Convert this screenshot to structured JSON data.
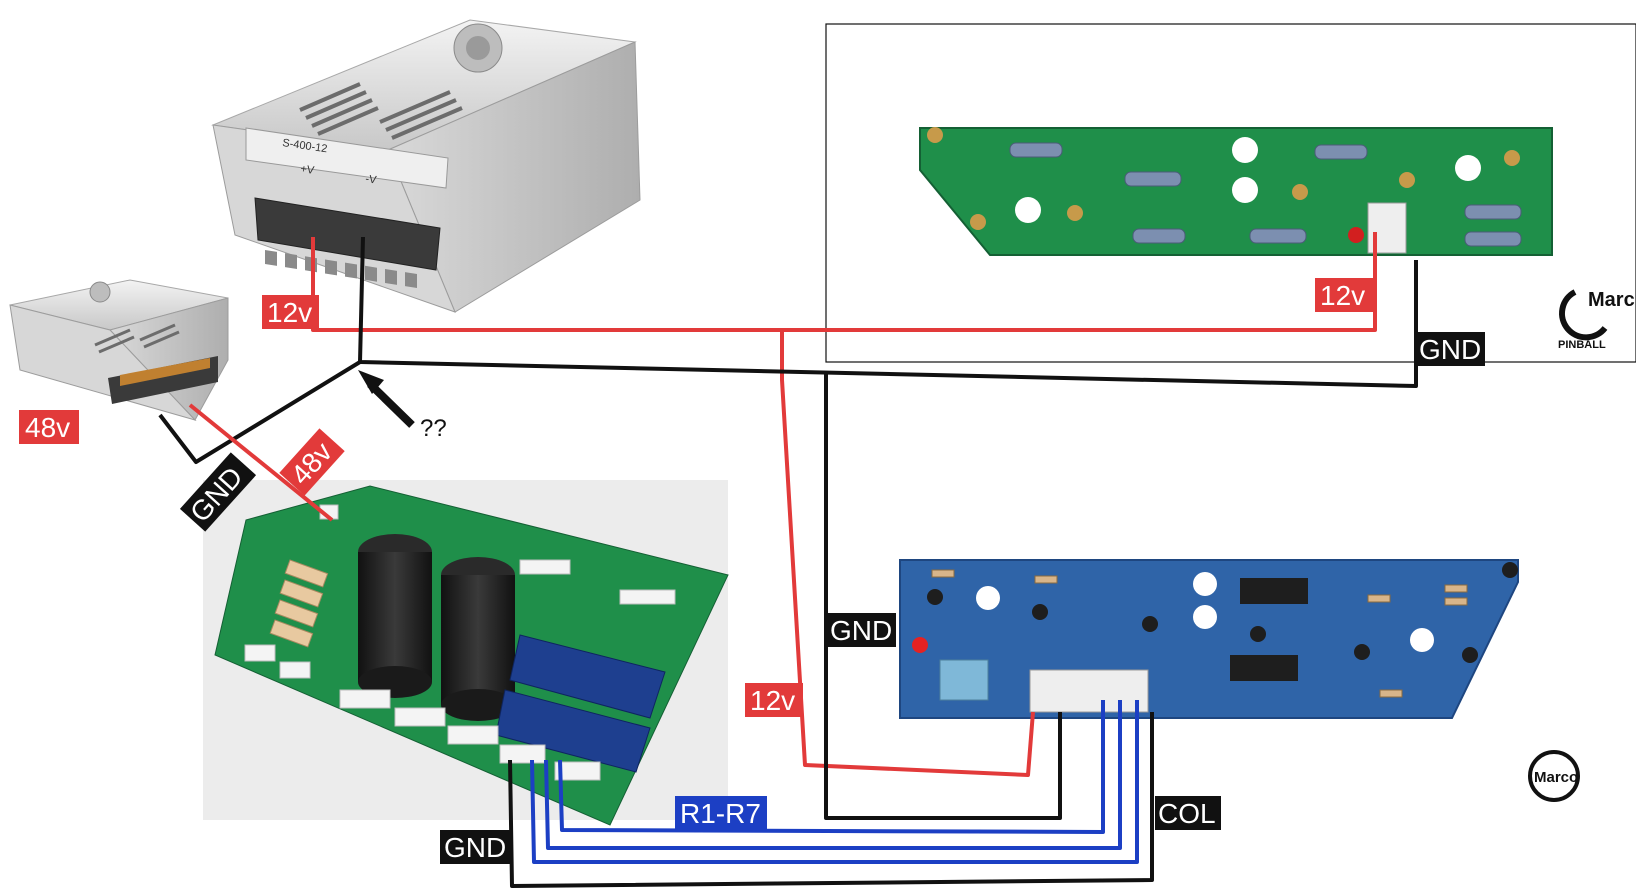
{
  "colors": {
    "wire_12v": "#e23a3a",
    "wire_48v": "#e23a3a",
    "wire_gnd": "#111111",
    "wire_rows": "#1c3fc4",
    "label_red": "#e23a3a",
    "label_black": "#111111",
    "label_blue": "#1c3fc4",
    "pcb_green": "#1f8f4a",
    "pcb_blue": "#2f64a8"
  },
  "icons": [
    "power-supply-large",
    "power-supply-small",
    "driver-board",
    "emitter-board",
    "receiver-board",
    "arrow-icon",
    "marco-logo"
  ],
  "labels": {
    "psu_large_12v": "12v",
    "psu_small_48v": "48v",
    "driver_48v": "48v",
    "driver_gnd": "GND",
    "question": "??",
    "emitter_12v": "12v",
    "emitter_gnd": "GND",
    "receiver_gnd": "GND",
    "receiver_12v": "12v",
    "rows": "R1-R7",
    "col": "COL",
    "bottom_gnd": "GND"
  },
  "psu_large": {
    "model": "S-400-12",
    "plus_v": "+V",
    "minus_v": "-V"
  },
  "logos": {
    "marco_top_word": "Marco",
    "marco_top_sub": "PINBALL",
    "marco_bottom_word": "Marco"
  }
}
